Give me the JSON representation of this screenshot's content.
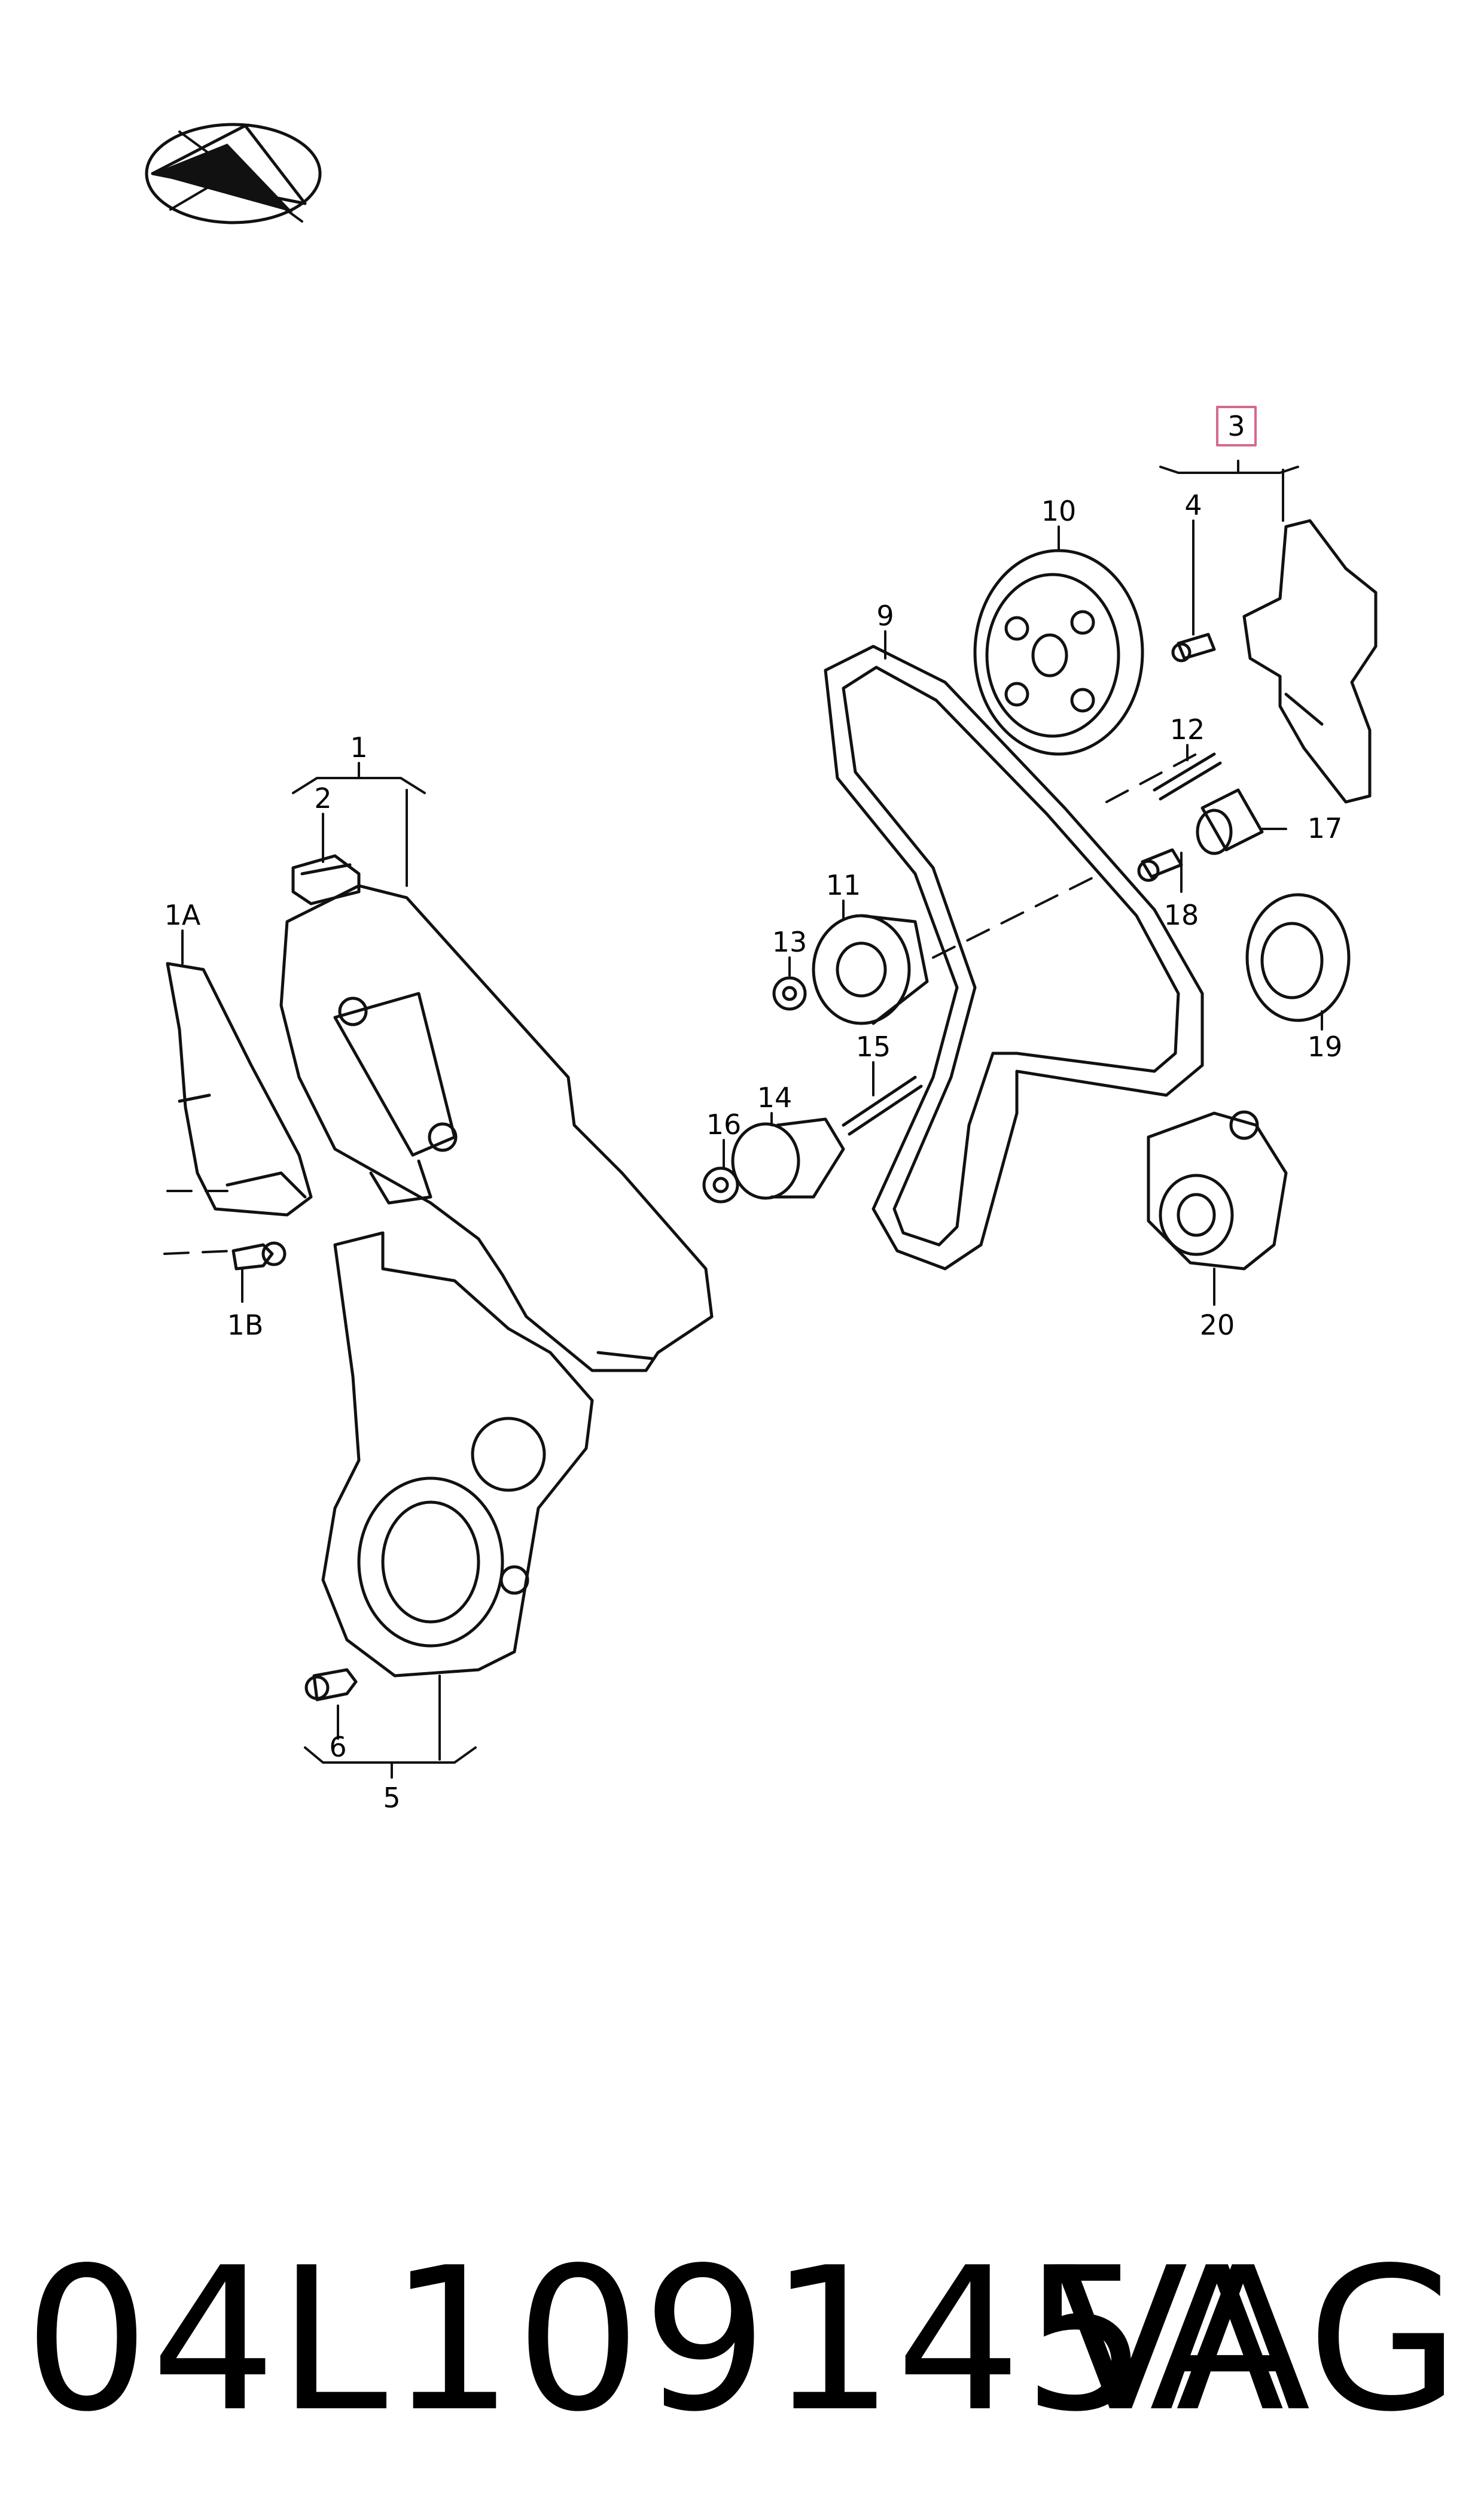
{
  "callouts": {
    "c1": "1",
    "c1A": "1A",
    "c1B": "1B",
    "c2": "2",
    "c3": "3",
    "c4": "4",
    "c5": "5",
    "c6": "6",
    "c9": "9",
    "c10": "10",
    "c11": "11",
    "c12": "12",
    "c13": "13",
    "c14": "14",
    "c15": "15",
    "c16": "16",
    "c17": "17",
    "c18": "18",
    "c19": "19",
    "c20": "20"
  },
  "highlight_color": "#d46a8c",
  "footer": {
    "part_number": "04L109145A",
    "brand": "VAG"
  }
}
